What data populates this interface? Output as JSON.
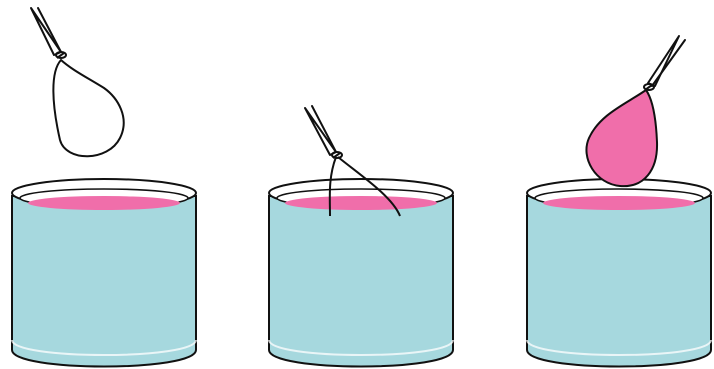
{
  "colors": {
    "background": "#ffffff",
    "container_body": "#a6d8de",
    "container_lip": "#ffffff",
    "liquid": "#f06eaa",
    "balloon_empty": "#ffffff",
    "balloon_filled": "#f06eaa",
    "outline": "#111111"
  },
  "panels": [
    {
      "state": "empty-balloon-above-container",
      "balloon_fill": "empty"
    },
    {
      "state": "balloon-lowered-into-liquid",
      "balloon_fill": "submerged"
    },
    {
      "state": "balloon-filled-with-liquid",
      "balloon_fill": "filled"
    }
  ]
}
